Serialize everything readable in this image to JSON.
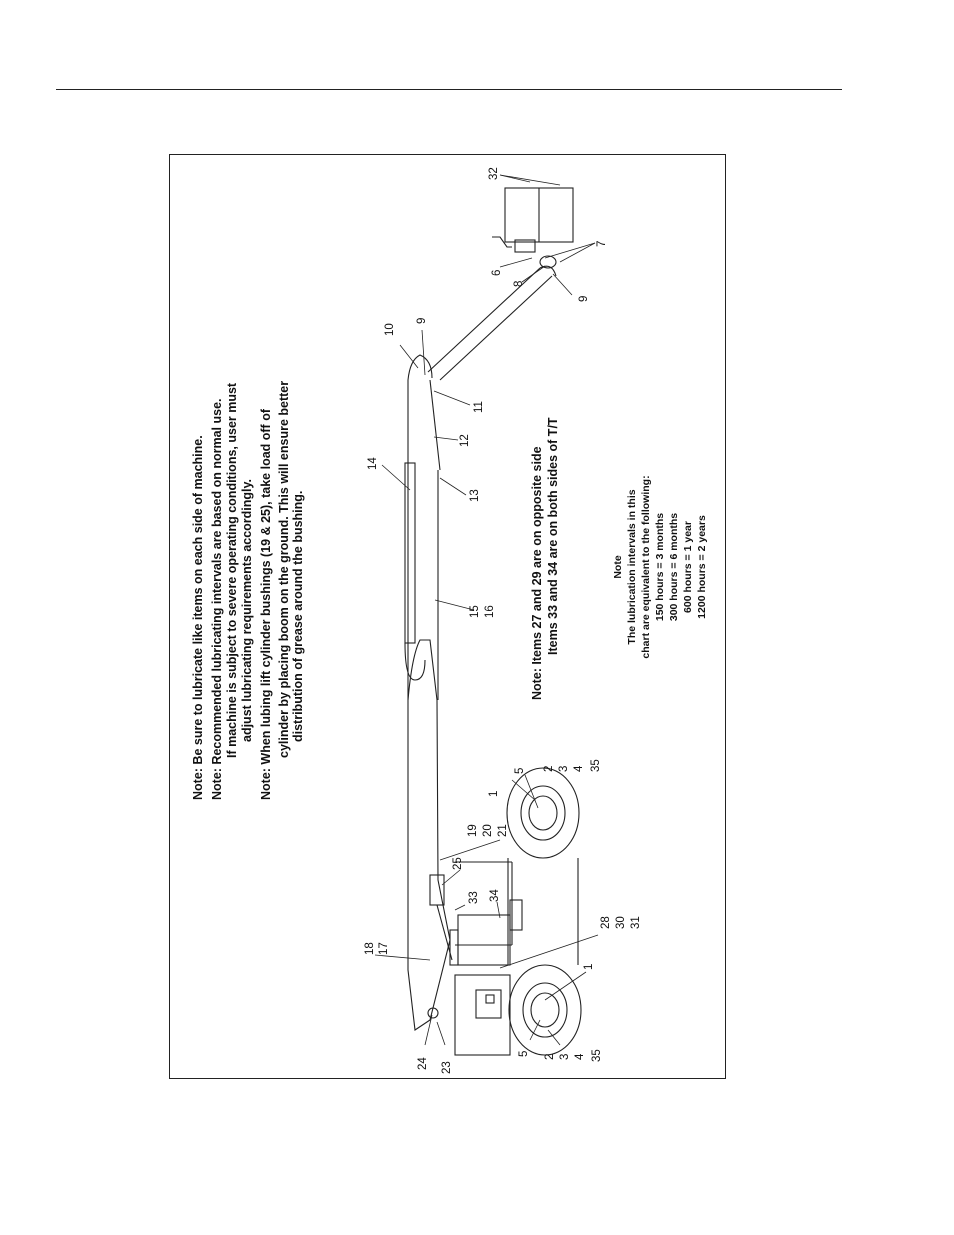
{
  "notes": {
    "note1": "Note:  Be sure to lubricate like items on each side of machine.",
    "note2a": "Note:  Recommended lubricating intervals are based on normal use.",
    "note2b": "If machine is subject to severe operating conditions, user must",
    "note2c": "adjust lubricating requirements accordingly.",
    "note3a": "Note:  When lubing lift cylinder bushings (19 & 25), take load off of",
    "note3b": "cylinder by placing boom on the ground. This will ensure better",
    "note3c": "distribution of grease around the bushing.",
    "items_a": "Note:  Items 27 and 29 are on opposite side",
    "items_b": "Items 33 and 34 are on both sides of T/T"
  },
  "interval_note": {
    "title": "Note",
    "line1": "The lubrication intervals in this",
    "line2": "chart are equivalent to the following:",
    "line3": "150 hours = 3 months",
    "line4": "300 hours = 6 months",
    "line5": "600 hours = 1 year",
    "line6": "1200 hours = 2 years"
  },
  "callouts": {
    "c32": "32",
    "c7": "7",
    "c6": "6",
    "c8": "8",
    "c9a": "9",
    "c10": "10",
    "c9b": "9",
    "c11": "11",
    "c12": "12",
    "c14": "14",
    "c13": "13",
    "c15": "15",
    "c16": "16",
    "c5a": "5",
    "c1a": "1",
    "c2a": "2",
    "c3a": "3",
    "c4a": "4",
    "c35a": "35",
    "c19": "19",
    "c20": "20",
    "c21": "21",
    "c25": "25",
    "c33": "33",
    "c34": "34",
    "c18": "18",
    "c17": "17",
    "c28": "28",
    "c30": "30",
    "c31": "31",
    "c1b": "1",
    "c5b": "5",
    "c2b": "2",
    "c3b": "3",
    "c4b": "4",
    "c35b": "35",
    "c24": "24",
    "c23": "23"
  }
}
